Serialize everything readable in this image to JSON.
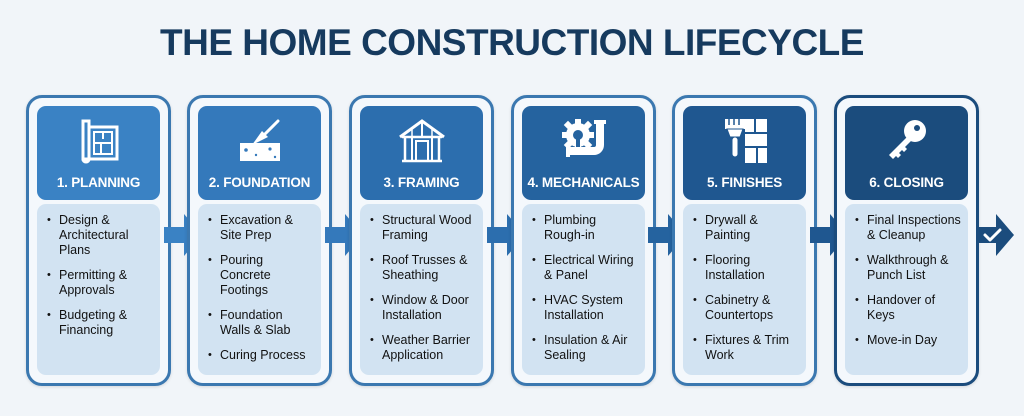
{
  "title": "THE HOME CONSTRUCTION LIFECYCLE",
  "colors": {
    "background": "#f1f5f9",
    "title": "#163a5e",
    "body_panel": "#d2e3f2",
    "stage_colors": [
      "#3a82c4",
      "#3479bb",
      "#2c6eae",
      "#25639f",
      "#1f5790",
      "#1b4c7d"
    ]
  },
  "stages": [
    {
      "label": "1. PLANNING",
      "icon": "blueprint-icon",
      "items": [
        "Design & Architectural Plans",
        "Permitting & Approvals",
        "Budgeting & Financing"
      ]
    },
    {
      "label": "2. FOUNDATION",
      "icon": "trowel-concrete-icon",
      "items": [
        "Excavation & Site Prep",
        "Pouring Concrete Footings",
        "Foundation Walls & Slab",
        "Curing Process"
      ]
    },
    {
      "label": "3. FRAMING",
      "icon": "house-frame-icon",
      "items": [
        "Structural Wood Framing",
        "Roof Trusses & Sheathing",
        "Window & Door Installation",
        "Weather Barrier Application"
      ]
    },
    {
      "label": "4. MECHANICALS",
      "icon": "gear-wrench-pipe-icon",
      "items": [
        "Plumbing Rough-in",
        "Electrical Wiring & Panel",
        "HVAC System Installation",
        "Insulation & Air Sealing"
      ]
    },
    {
      "label": "5. FINISHES",
      "icon": "paintbrush-tiles-icon",
      "items": [
        "Drywall & Painting",
        "Flooring Installation",
        "Cabinetry & Countertops",
        "Fixtures & Trim Work"
      ]
    },
    {
      "label": "6. CLOSING",
      "icon": "key-icon",
      "items": [
        "Final Inspections & Cleanup",
        "Walkthrough & Punch List",
        "Handover of Keys",
        "Move-in Day"
      ]
    }
  ],
  "end_marker": "checkmark-icon"
}
